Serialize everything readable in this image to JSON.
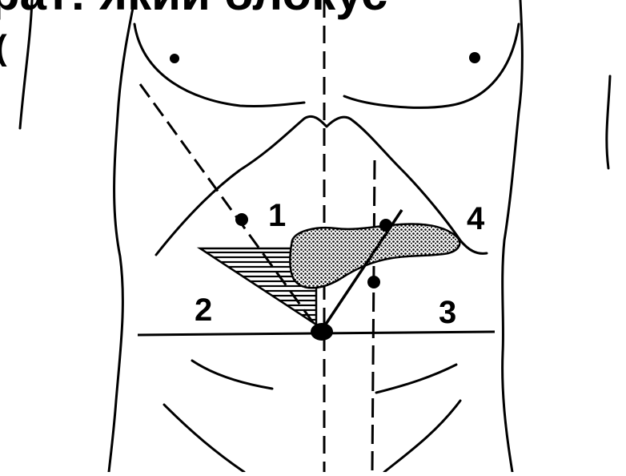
{
  "heading": {
    "line1": "рат: який блокус",
    "line2": "("
  },
  "diagram": {
    "zones": [
      {
        "id": "1",
        "label": "1"
      },
      {
        "id": "2",
        "label": "2"
      },
      {
        "id": "3",
        "label": "3"
      },
      {
        "id": "4",
        "label": "4"
      }
    ],
    "colors": {
      "ink": "#000000",
      "background": "#ffffff"
    }
  }
}
